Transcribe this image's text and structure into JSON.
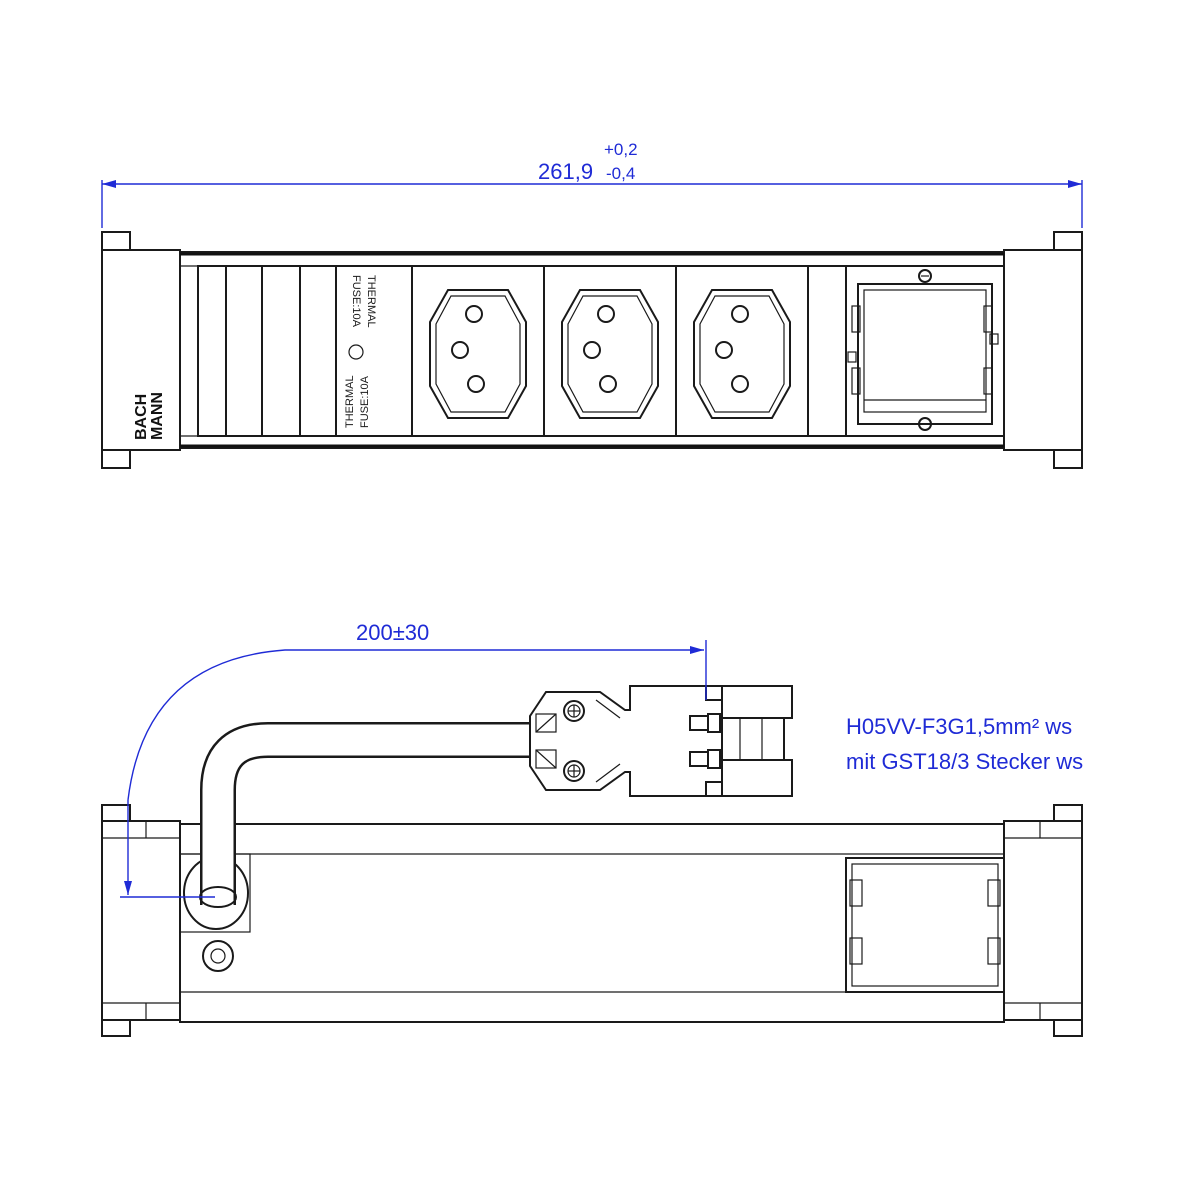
{
  "dimensions": {
    "width_value": "261,9",
    "tol_upper": "+0,2",
    "tol_lower": "-0,4",
    "cable_length": "200±30"
  },
  "module": {
    "brand_line1": "BACH",
    "brand_line2": "MANN",
    "fuse_label_1": "THERMAL",
    "fuse_label_2": "FUSE:10A",
    "fuse_label_3": "THERMAL",
    "fuse_label_4": "FUSE:10A"
  },
  "cable": {
    "spec_line1": "H05VV-F3G1,5mm² ws",
    "spec_line2": "mit GST18/3  Stecker ws"
  },
  "colors": {
    "dimension": "#1f2bd6",
    "outline": "#1a1a1a"
  }
}
